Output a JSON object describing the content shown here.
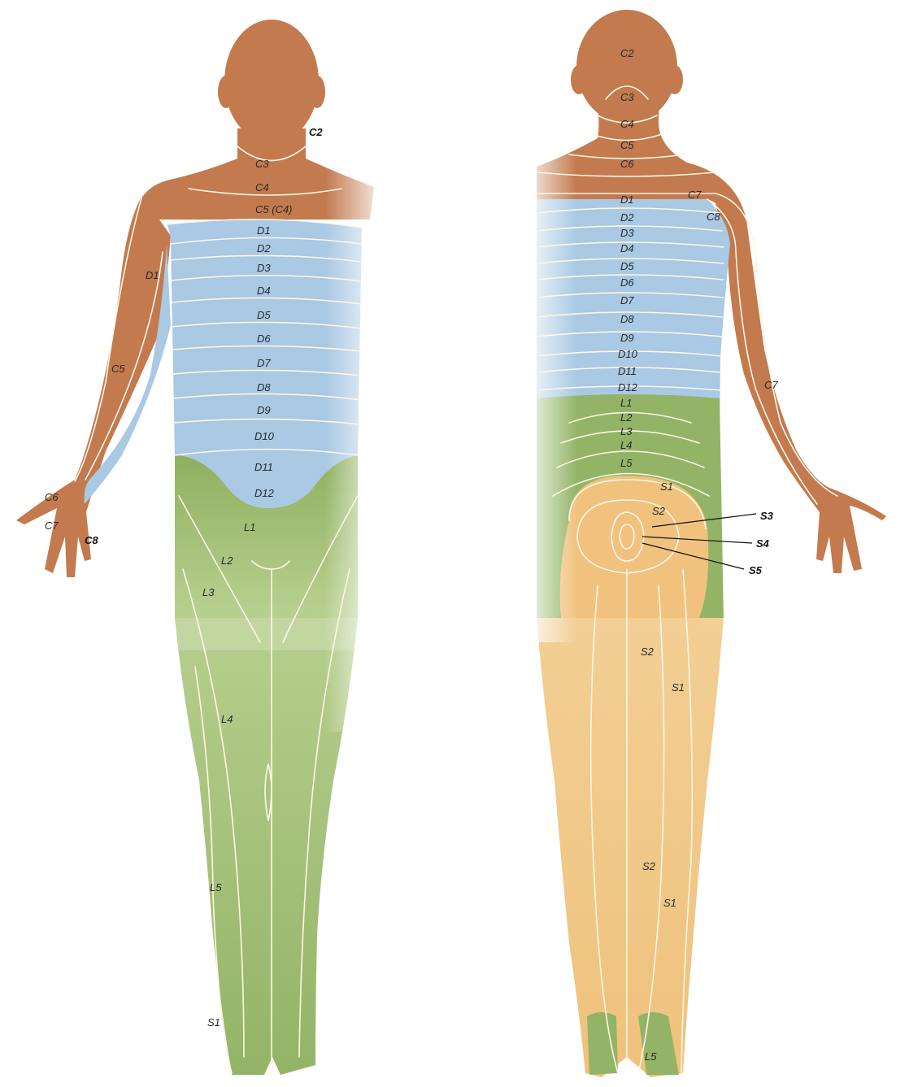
{
  "colors": {
    "cervical": "#c27a4e",
    "thoracic": "#a9c9e4",
    "lumbar": "#93b466",
    "sacral": "#f0c27e",
    "line": "#fdf6e6",
    "text": "#2a2a2a"
  },
  "front_view": {
    "labels": {
      "c2": "C2",
      "c3": "C3",
      "c4": "C4",
      "c5": "C5 (C4)",
      "c5_arm": "C5",
      "c6": "C6",
      "c7": "C7",
      "c8": "C8",
      "d1_arm": "D1",
      "d": [
        "D1",
        "D2",
        "D3",
        "D4",
        "D5",
        "D6",
        "D7",
        "D8",
        "D9",
        "D10",
        "D11",
        "D12"
      ],
      "l1": "L1",
      "l2": "L2",
      "l3": "L3",
      "l4": "L4",
      "l5": "L5",
      "s1": "S1"
    }
  },
  "back_view": {
    "labels": {
      "c2": "C2",
      "c3": "C3",
      "c4": "C4",
      "c5": "C5",
      "c6": "C6",
      "c7": "C7",
      "c8": "C8",
      "c7_arm": "C7",
      "d": [
        "D1",
        "D2",
        "D3",
        "D4",
        "D5",
        "D6",
        "D7",
        "D8",
        "D9",
        "D10",
        "D11",
        "D12"
      ],
      "l": [
        "L1",
        "L2",
        "L3",
        "L4",
        "L5"
      ],
      "s1": "S1",
      "s2": "S2",
      "s3": "S3",
      "s4": "S4",
      "s5": "S5",
      "s2_thigh": "S2",
      "s1_thigh": "S1",
      "s2_calf": "S2",
      "s1_calf": "S1",
      "l5_foot": "L5"
    }
  }
}
